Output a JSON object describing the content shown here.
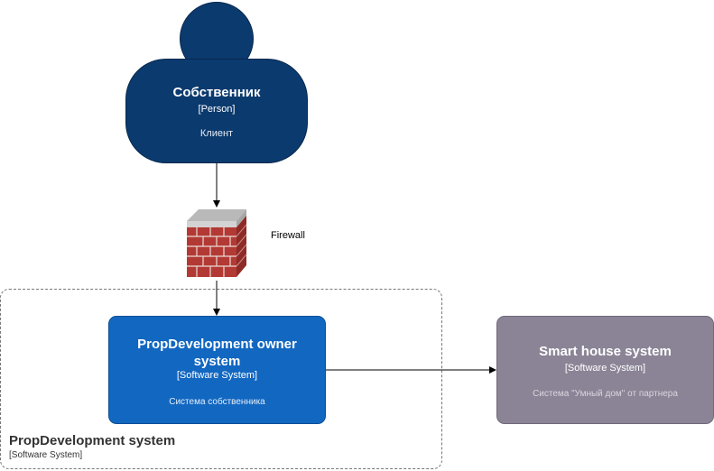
{
  "person": {
    "title": "Собственник",
    "type": "[Person]",
    "description": "Клиент",
    "color": "#0b3a6e"
  },
  "firewall": {
    "label": "Firewall",
    "icon": "brick-wall-icon"
  },
  "boundary": {
    "title": "PropDevelopment system",
    "type": "[Software System]"
  },
  "owner_system": {
    "title": "PropDevelopment owner system",
    "type": "[Software System]",
    "description": "Система собственника",
    "color": "#1267c1"
  },
  "smart_house": {
    "title": "Smart house system",
    "type": "[Software System]",
    "description": "Система \"Умный дом\" от партнера",
    "color": "#8b8496"
  }
}
